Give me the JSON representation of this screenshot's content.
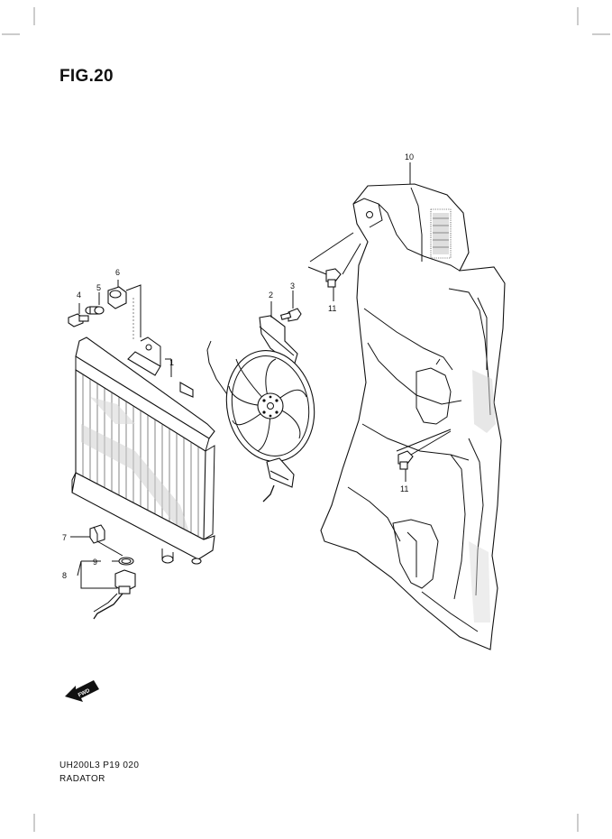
{
  "figure": {
    "title": "FIG.20",
    "code": "UH200L3 P19  020",
    "name": "RADATOR"
  },
  "callouts": [
    {
      "id": "c1",
      "label": "1"
    },
    {
      "id": "c2",
      "label": "2"
    },
    {
      "id": "c3",
      "label": "3"
    },
    {
      "id": "c4",
      "label": "4"
    },
    {
      "id": "c5",
      "label": "5"
    },
    {
      "id": "c6",
      "label": "6"
    },
    {
      "id": "c7",
      "label": "7"
    },
    {
      "id": "c8",
      "label": "8"
    },
    {
      "id": "c9",
      "label": "9"
    },
    {
      "id": "c10",
      "label": "10"
    },
    {
      "id": "c11a",
      "label": "11"
    },
    {
      "id": "c11b",
      "label": "11"
    }
  ],
  "fwd_arrow": {
    "label": "FWD",
    "icon": "fwd-arrow-icon"
  },
  "parts": [
    "radiator",
    "cooling-fan",
    "radiator-cover",
    "bolt",
    "cushion",
    "cap",
    "thermo-switch",
    "o-ring",
    "clip"
  ]
}
